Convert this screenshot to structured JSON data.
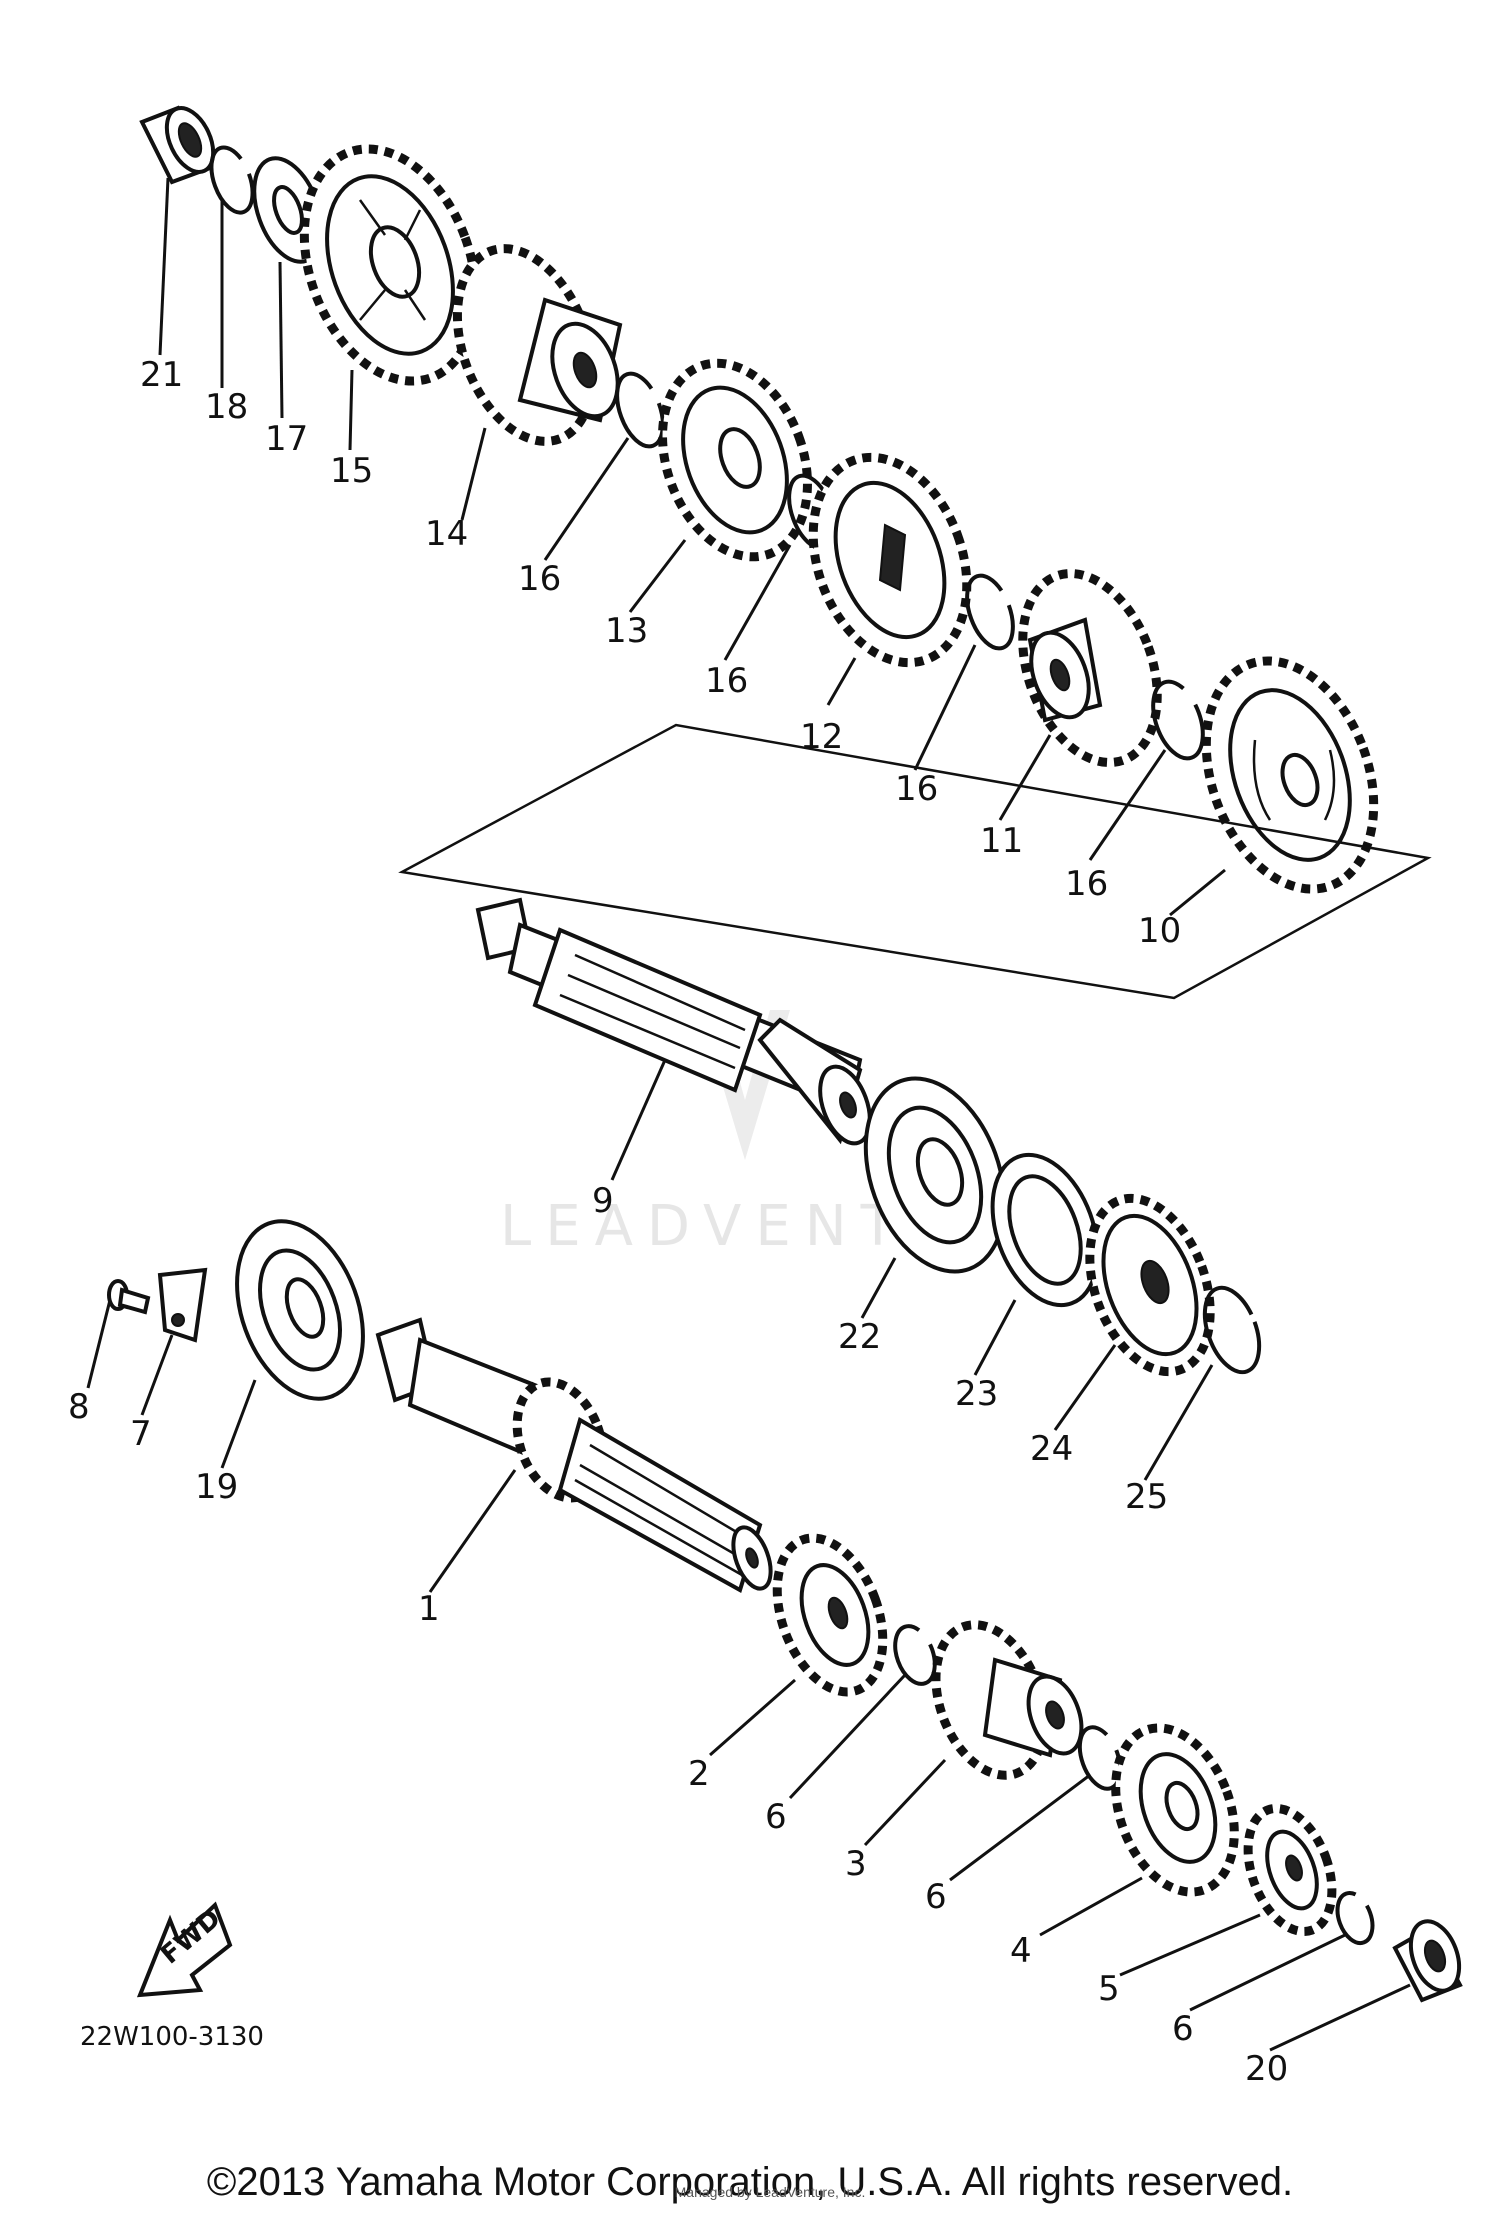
{
  "diagram": {
    "part_numbers": [
      "21",
      "18",
      "17",
      "15",
      "14",
      "16",
      "13",
      "16",
      "12",
      "16",
      "11",
      "16",
      "10",
      "9",
      "22",
      "23",
      "24",
      "25",
      "8",
      "7",
      "19",
      "1",
      "2",
      "6",
      "3",
      "6",
      "4",
      "5",
      "6",
      "20"
    ],
    "drawing_code": "22W100-3130",
    "fwd_label": "FWD",
    "watermark": "LEADVENTURE"
  },
  "footer": {
    "copyright": "©2013 Yamaha Motor Corporation, U.S.A. All rights reserved.",
    "credit": "Managed by LeadVenture, Inc."
  }
}
